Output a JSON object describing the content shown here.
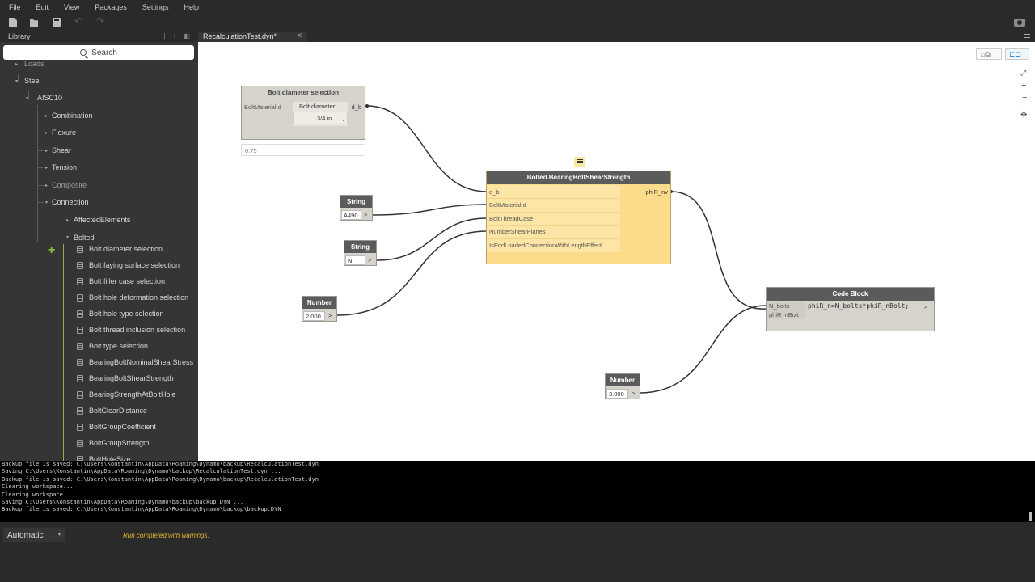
{
  "menu": [
    "File",
    "Edit",
    "View",
    "Packages",
    "Settings",
    "Help"
  ],
  "library": {
    "title": "Library",
    "search_placeholder": "Search",
    "tree": {
      "loads": "Loads",
      "steel": "Steel",
      "aisc10": "AISC10",
      "combination": "Combination",
      "flexure": "Flexure",
      "shear": "Shear",
      "tension": "Tension",
      "composite": "Composite",
      "connection": "Connection",
      "affected": "AffectedElements",
      "bolted": "Bolted"
    },
    "leaves": [
      "Bolt diameter selection",
      "Bolt faying surface selection",
      "Bolt filler case selection",
      "Bolt hole deformation selection",
      "Bolt hole type selection",
      "Bolt thread inclusion selection",
      "Bolt type selection",
      "BearingBoltNominalShearStress",
      "BearingBoltShearStrength",
      "BearingStrengthAtBoltHole",
      "BoltClearDistance",
      "BoltGroupCoefficient",
      "BoltGroupStrength",
      "BoltHoleSize"
    ]
  },
  "tab": {
    "name": "RecalculationTest.dyn*",
    "close": "✕"
  },
  "nodes": {
    "boltsel": {
      "title": "Bolt diameter selection",
      "input": "BoltMaterialId",
      "field_label": "Bolt diameter:",
      "selected": "3/4 in",
      "output": "d_b",
      "preview": "0.75"
    },
    "string1": {
      "title": "String",
      "value": "A490",
      "arrow": ">"
    },
    "string2": {
      "title": "String",
      "value": "N",
      "arrow": ">"
    },
    "number1": {
      "title": "Number",
      "value": "2.000",
      "arrow": ">"
    },
    "number2": {
      "title": "Number",
      "value": "3.000",
      "arrow": ">"
    },
    "bolted": {
      "title": "Bolted.BearingBoltShearStrength",
      "inputs": [
        "d_b",
        "BoltMaterialId",
        "BoltThreadCase",
        "NumberShearPlanes",
        "IsEndLoadedConnectionWithLengthEffect"
      ],
      "output": "phiR_nv"
    },
    "code": {
      "title": "Code Block",
      "inputs": [
        "N_bolts",
        "phiR_nBolt"
      ],
      "code": "phiR_n=N_bolts*phiR_nBolt;",
      "arrow": ">"
    }
  },
  "console": [
    "Backup file is saved: C:\\Users\\Konstantin\\AppData\\Roaming\\Dynamo\\backup\\RecalculationTest.dyn",
    "Saving C:\\Users\\Konstantin\\AppData\\Roaming\\Dynamo\\backup\\RecalculationTest.dyn ...",
    "Backup file is saved: C:\\Users\\Konstantin\\AppData\\Roaming\\Dynamo\\backup\\RecalculationTest.dyn",
    "Clearing workspace...",
    "Clearing workspace...",
    "Saving C:\\Users\\Konstantin\\AppData\\Roaming\\Dynamo\\backup\\backup.DYN ...",
    "Backup file is saved: C:\\Users\\Konstantin\\AppData\\Roaming\\Dynamo\\backup\\backup.DYN"
  ],
  "status": {
    "run_mode": "Automatic",
    "message": "Run completed with warnings."
  },
  "colors": {
    "accent_green": "#8ac43a",
    "warning_text": "#e8b830",
    "node_header": "#5b5b5b",
    "function_node": "#fcdc8a"
  }
}
